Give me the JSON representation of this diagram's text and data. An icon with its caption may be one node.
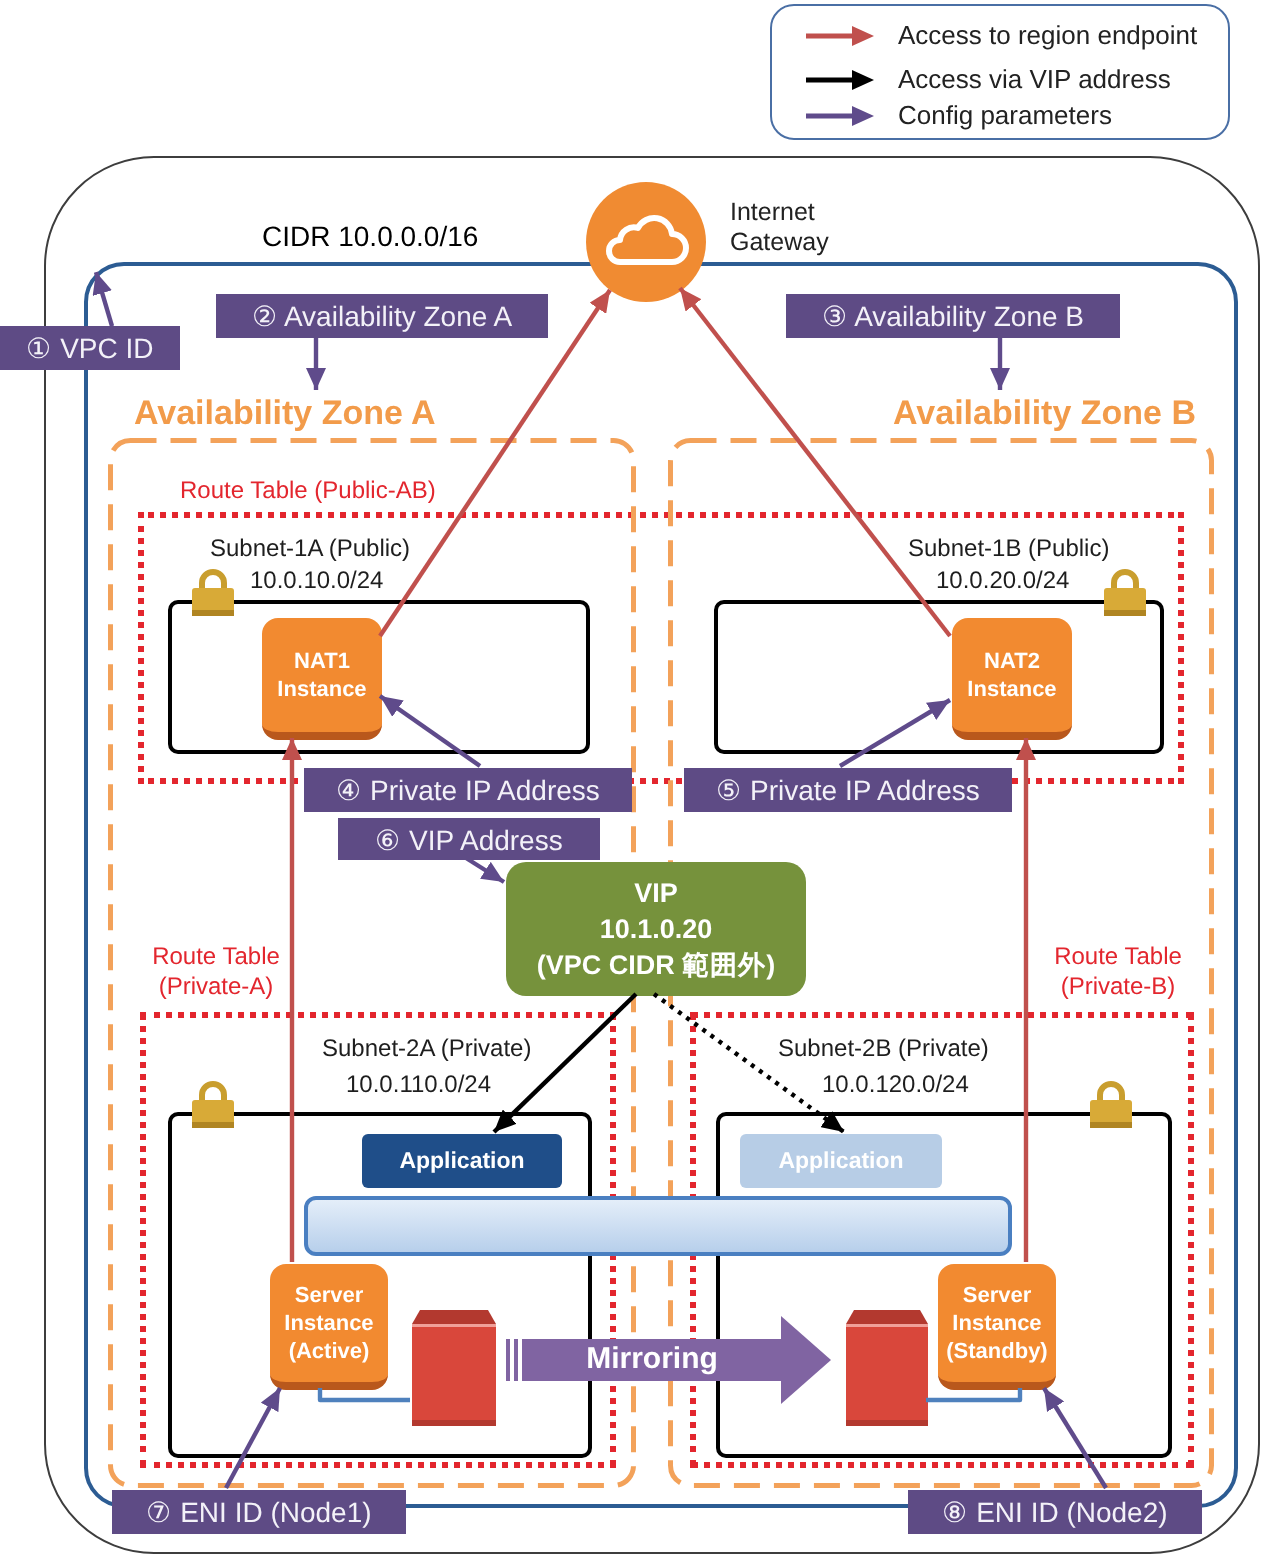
{
  "diagram": {
    "nodes": [
      {
        "text": [],
        "shape": "box"
      },
      {
        "text": [
          "CIDR 10.0.0.0/16"
        ],
        "in": 0
      },
      {
        "text": [
          "Internet Gateway"
        ],
        "in": 0
      },
      {
        "text": [
          "① VPC ID"
        ]
      },
      {
        "text": [
          "② Availability Zone A"
        ],
        "in": 1
      },
      {
        "text": [
          "③ Availability Zone B"
        ],
        "in": 1
      },
      {
        "text": [
          "Availability Zone A"
        ],
        "in": 1
      },
      {
        "text": [
          "Availability Zone B"
        ],
        "in": 1
      },
      {
        "text": [
          "Subnet-1A (Public)",
          "10.0.10.0/24"
        ],
        "in": 6
      },
      {
        "text": [
          "NAT1 Instance"
        ],
        "in": 8
      },
      {
        "text": [
          "Subnet-1B (Public)",
          "10.0.20.0/24"
        ],
        "in": 7
      },
      {
        "text": [
          "NAT2 Instance"
        ],
        "in": 10
      },
      {
        "text": [
          "④ Private IP Address"
        ],
        "in": 6
      },
      {
        "text": [
          "⑤ Private IP Address"
        ],
        "in": 7
      },
      {
        "text": [
          "⑥ VIP Address"
        ],
        "in": 6
      },
      {
        "text": [
          "VIP",
          "10.1.0.20",
          "(VPC CIDR 範囲外)"
        ],
        "in": 1
      },
      {
        "text": [
          "Route Table (Private-A)"
        ],
        "in": 6
      },
      {
        "text": [
          "Subnet-2A (Private)",
          "10.0.110.0/24"
        ],
        "in": 16
      },
      {
        "text": [
          "Application"
        ],
        "in": 17
      },
      {
        "text": [
          "Server Instance (Active)"
        ],
        "in": 17
      },
      {
        "text": [],
        "shape": "cylinder",
        "in": 17
      },
      {
        "text": [
          "Route Table (Private-B)"
        ],
        "in": 7
      },
      {
        "text": [
          "Subnet-2B (Private)",
          "10.0.120.0/24"
        ],
        "in": 21
      },
      {
        "text": [
          "Application"
        ],
        "in": 22
      },
      {
        "text": [],
        "shape": "cylinder",
        "in": 22
      },
      {
        "text": [
          "Server Instance (Standby)"
        ],
        "in": 22
      },
      {
        "text": [],
        "shape": "bar",
        "in": 1
      },
      {
        "text": [
          "⑦ ENI ID (Node1)"
        ],
        "in": 0
      },
      {
        "text": [
          "⑧ ENI ID (Node2)"
        ],
        "in": 0
      }
    ],
    "edges": [
      {
        "from": 3,
        "to": 1,
        "arrow": "to"
      },
      {
        "from": 4,
        "to": 6,
        "arrow": "to"
      },
      {
        "from": 5,
        "to": 7,
        "arrow": "to"
      },
      {
        "from": 9,
        "to": 2,
        "arrow": "to",
        "color": "#c0504d"
      },
      {
        "from": 11,
        "to": 2,
        "arrow": "to",
        "color": "#c0504d"
      },
      {
        "from": 12,
        "to": 9,
        "arrow": "to"
      },
      {
        "from": 13,
        "to": 11,
        "arrow": "to"
      },
      {
        "from": 14,
        "to": 15,
        "arrow": "to"
      },
      {
        "from": 19,
        "to": 9,
        "arrow": "to",
        "color": "#c0504d"
      },
      {
        "from": 25,
        "to": 11,
        "arrow": "to",
        "color": "#c0504d"
      },
      {
        "from": 15,
        "to": 18,
        "arrow": "to",
        "color": "#000000"
      },
      {
        "from": 15,
        "to": 23,
        "arrow": "to",
        "style": "dashed",
        "color": "#000000"
      },
      {
        "from": 19,
        "to": 20,
        "arrow": "none",
        "color": "#4f81bd"
      },
      {
        "from": 25,
        "to": 24,
        "arrow": "none",
        "color": "#4f81bd"
      },
      {
        "from": 20,
        "to": 24,
        "arrow": "to",
        "label": "Mirroring",
        "style": "thick",
        "color": "#8064a2"
      },
      {
        "from": 27,
        "to": 19,
        "arrow": "to"
      },
      {
        "from": 28,
        "to": 25,
        "arrow": "to"
      }
    ],
    "labels": [
      "Route Table (Public-AB)"
    ],
    "legend": [
      {
        "text": "Access to region endpoint"
      },
      {
        "text": "Access via VIP address"
      },
      {
        "text": "Config parameters"
      }
    ]
  }
}
